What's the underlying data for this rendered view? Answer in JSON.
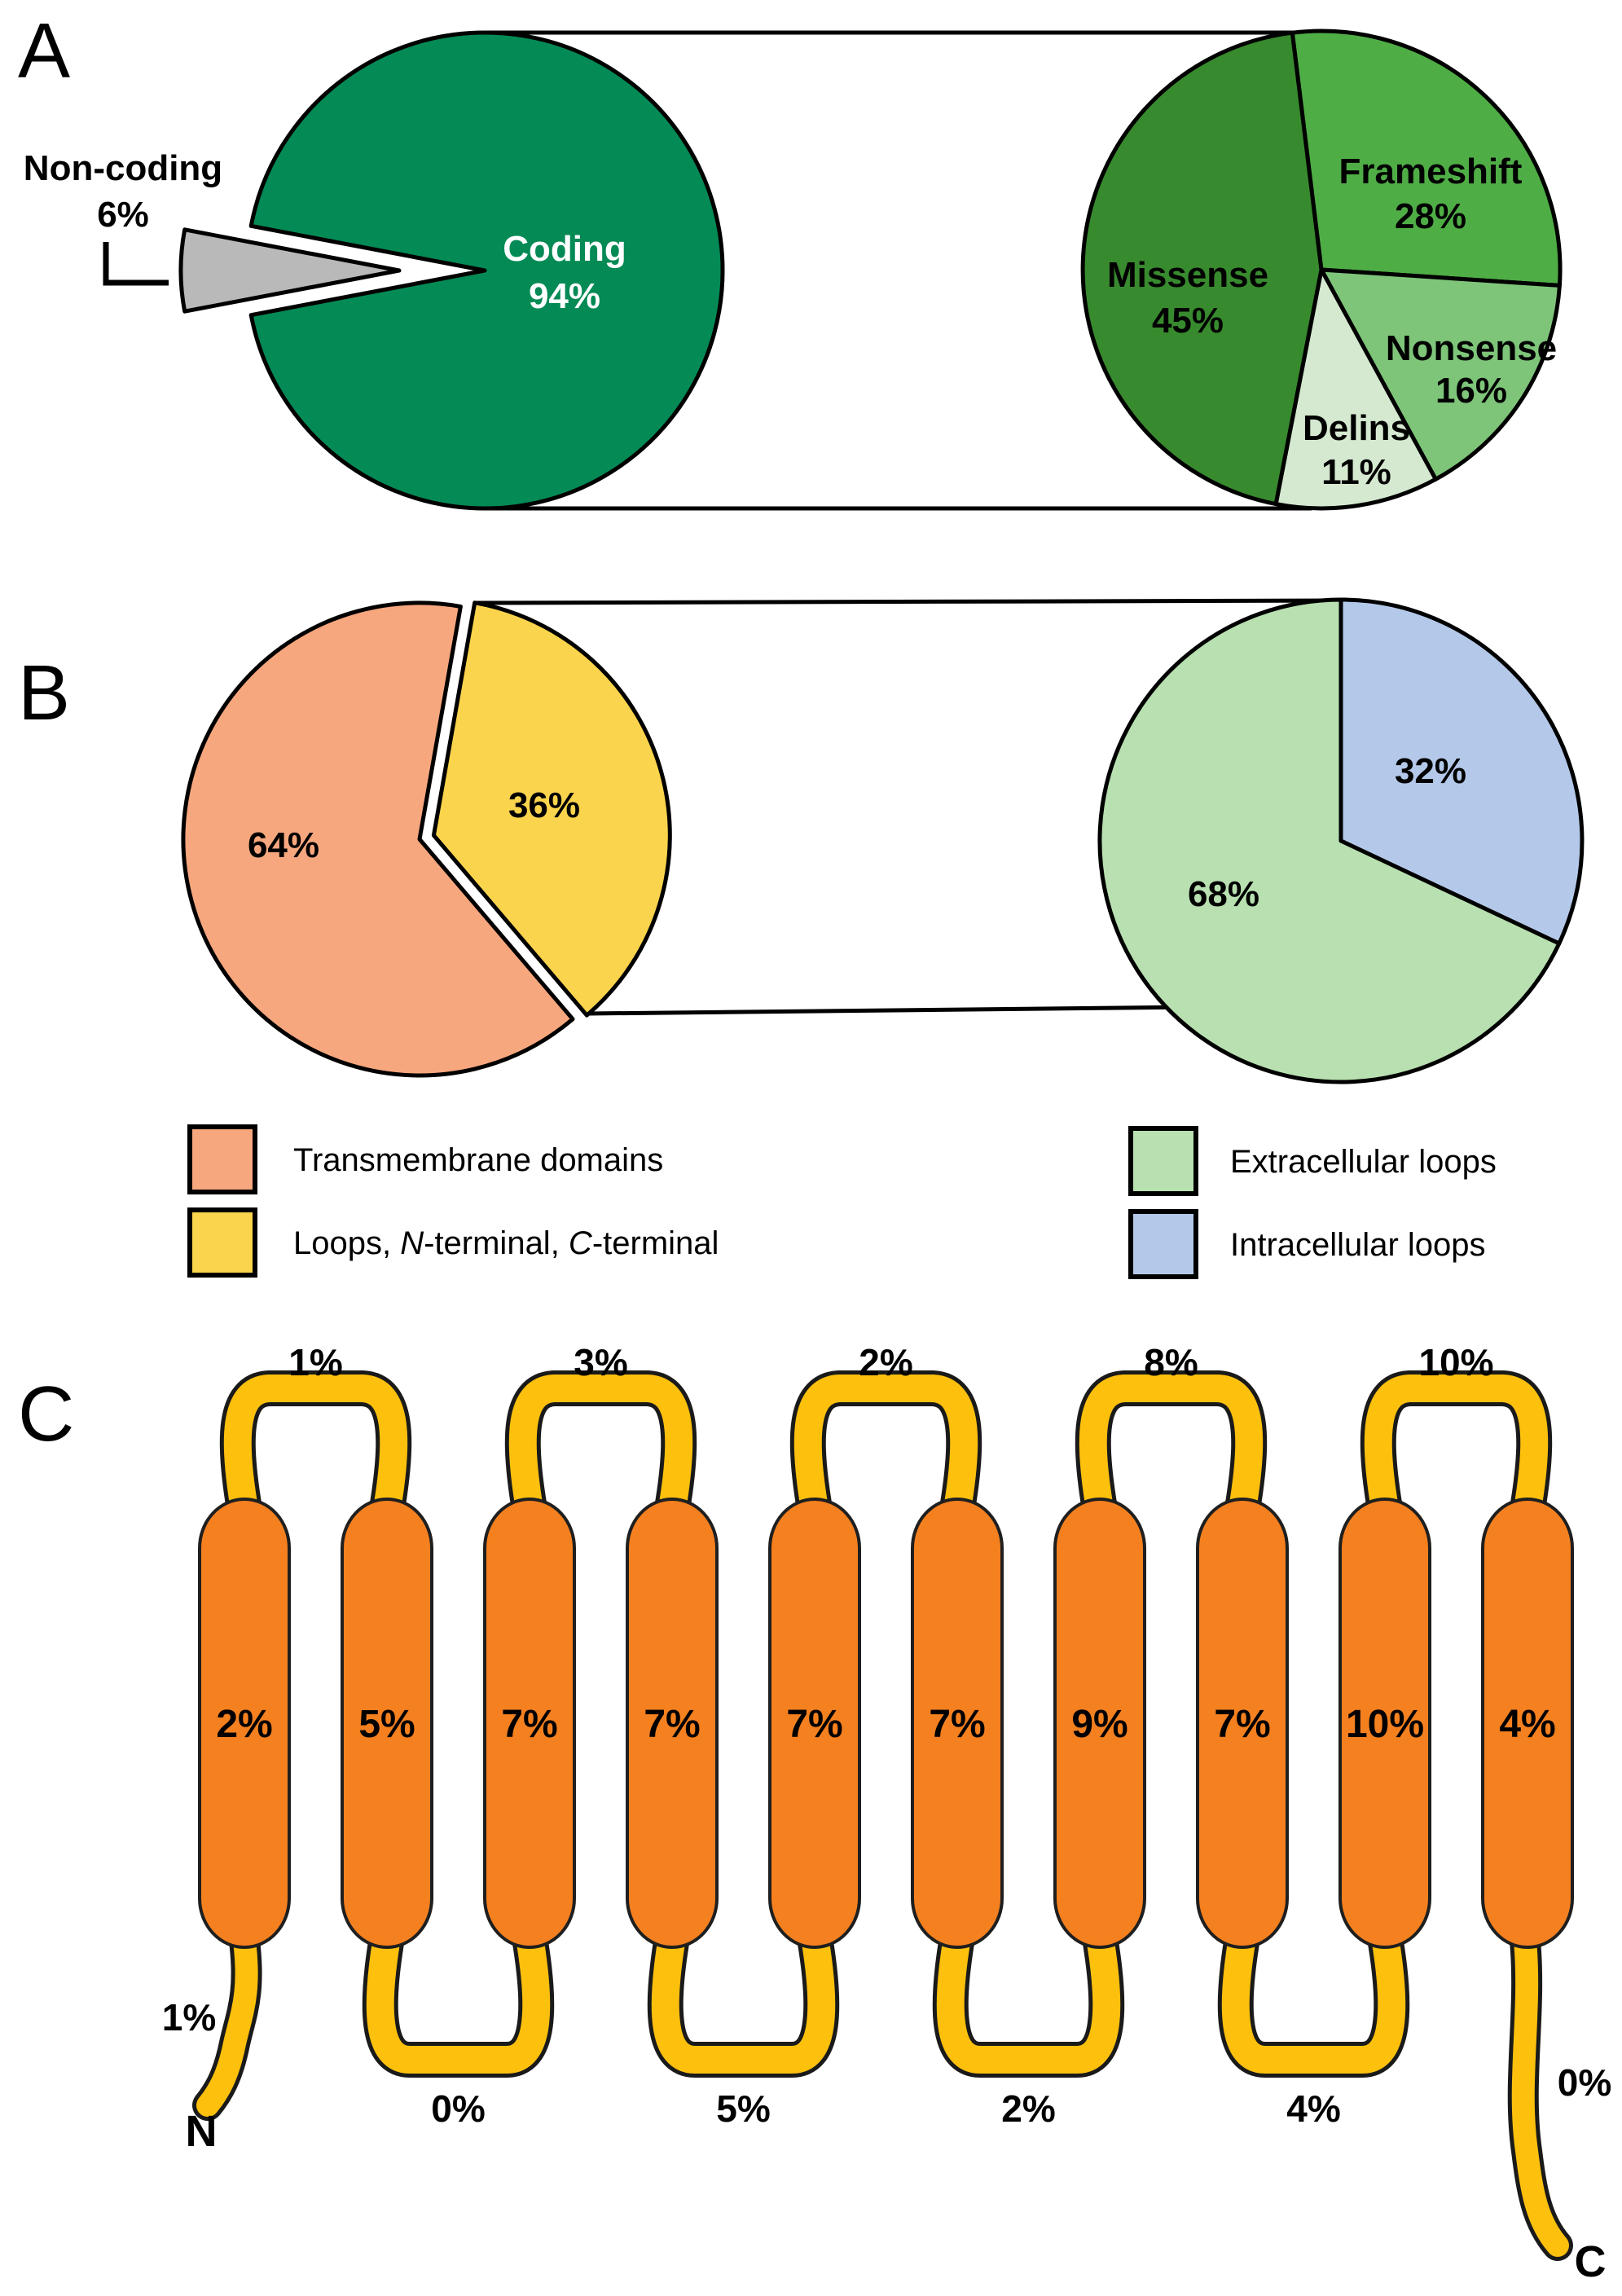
{
  "panels": {
    "a": "A",
    "b": "B",
    "c": "C"
  },
  "chart_data": [
    {
      "id": "mutation-location",
      "panel": "A",
      "type": "pie",
      "slices": [
        {
          "label": "Coding",
          "pct": 94,
          "pct_label": "94%",
          "color": "#048a55",
          "text_color": "#ffffff"
        },
        {
          "label": "Non-coding",
          "pct": 6,
          "pct_label": "6%",
          "color": "#b9b9b9",
          "exploded": true,
          "text_color": "#000000"
        }
      ]
    },
    {
      "id": "coding-mutation-types",
      "panel": "A",
      "type": "pie",
      "slices": [
        {
          "label": "Frameshift",
          "pct": 28,
          "pct_label": "28%",
          "color": "#4fad46"
        },
        {
          "label": "Nonsense",
          "pct": 16,
          "pct_label": "16%",
          "color": "#7ec57a"
        },
        {
          "label": "Delins",
          "pct": 11,
          "pct_label": "11%",
          "color": "#d5e9d0"
        },
        {
          "label": "Missense",
          "pct": 45,
          "pct_label": "45%",
          "color": "#388a2e"
        }
      ]
    },
    {
      "id": "protein-regions",
      "panel": "B",
      "type": "pie",
      "slices": [
        {
          "label": "Loops, N-terminal, C-terminal",
          "pct": 36,
          "pct_label": "36%",
          "color": "#fbd44d",
          "exploded": true
        },
        {
          "label": "Transmembrane domains",
          "pct": 64,
          "pct_label": "64%",
          "color": "#f7a77e"
        }
      ]
    },
    {
      "id": "loop-locations",
      "panel": "B",
      "type": "pie",
      "slices": [
        {
          "label": "Intracellular loops",
          "pct": 32,
          "pct_label": "32%",
          "color": "#b4c9e9"
        },
        {
          "label": "Extracellular loops",
          "pct": 68,
          "pct_label": "68%",
          "color": "#b8e0b0"
        }
      ]
    }
  ],
  "legend": {
    "items": [
      {
        "label": "Transmembrane domains",
        "parts": [
          "Transmembrane domains"
        ],
        "color": "#f7a77e"
      },
      {
        "label": "Loops, N-terminal, C-terminal",
        "parts": [
          "Loops, ",
          "N",
          "-terminal, ",
          "C",
          "-terminal"
        ],
        "color": "#fbd44d"
      },
      {
        "label": "Extracellular loops",
        "parts": [
          "Extracellular loops"
        ],
        "color": "#b8e0b0"
      },
      {
        "label": "Intracellular loops",
        "parts": [
          "Intracellular loops"
        ],
        "color": "#b4c9e9"
      }
    ]
  },
  "panel_c": {
    "type": "protein-topology",
    "tm_domain_pcts": [
      "2%",
      "5%",
      "7%",
      "7%",
      "7%",
      "7%",
      "9%",
      "7%",
      "10%",
      "4%"
    ],
    "extracellular_loop_pcts": [
      "1%",
      "3%",
      "2%",
      "8%",
      "10%"
    ],
    "intracellular_loop_pcts": [
      "0%",
      "5%",
      "2%",
      "4%"
    ],
    "n_terminal": {
      "letter": "N",
      "pct": "1%"
    },
    "c_terminal": {
      "letter": "C",
      "pct": "0%"
    },
    "colors": {
      "domain": "#f5801f",
      "loop": "#fdc00d",
      "outline": "#1a1a1a"
    }
  }
}
